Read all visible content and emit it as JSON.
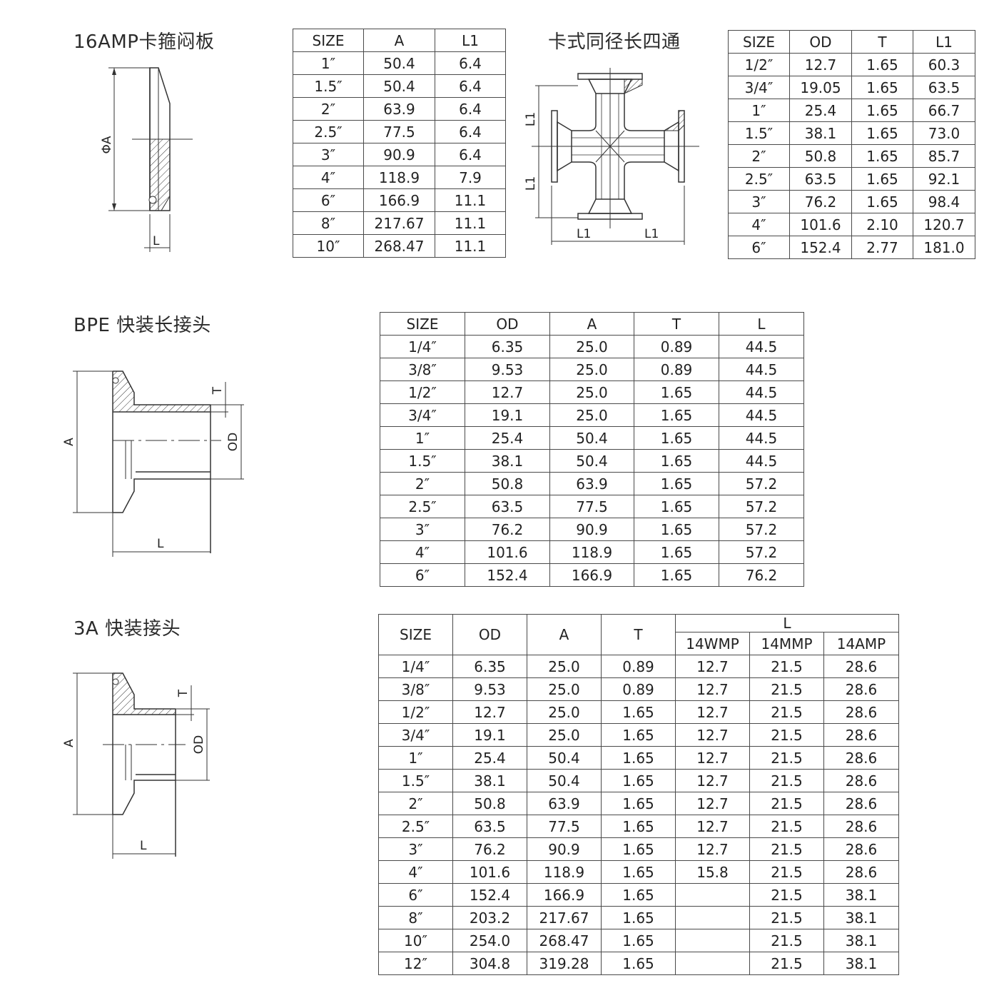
{
  "sections": {
    "blind_plate": {
      "title": "16AMP卡箍闷板",
      "labels": {
        "dia": "ΦA",
        "len": "L"
      },
      "headers": [
        "SIZE",
        "A",
        "L1"
      ],
      "rows": [
        [
          "1″",
          "50.4",
          "6.4"
        ],
        [
          "1.5″",
          "50.4",
          "6.4"
        ],
        [
          "2″",
          "63.9",
          "6.4"
        ],
        [
          "2.5″",
          "77.5",
          "6.4"
        ],
        [
          "3″",
          "90.9",
          "6.4"
        ],
        [
          "4″",
          "118.9",
          "7.9"
        ],
        [
          "6″",
          "166.9",
          "11.1"
        ],
        [
          "8″",
          "217.67",
          "11.1"
        ],
        [
          "10″",
          "268.47",
          "11.1"
        ]
      ]
    },
    "cross": {
      "title": "卡式同径长四通",
      "labels": {
        "l1": "L1"
      },
      "headers": [
        "SIZE",
        "OD",
        "T",
        "L1"
      ],
      "rows": [
        [
          "1/2″",
          "12.7",
          "1.65",
          "60.3"
        ],
        [
          "3/4″",
          "19.05",
          "1.65",
          "63.5"
        ],
        [
          "1″",
          "25.4",
          "1.65",
          "66.7"
        ],
        [
          "1.5″",
          "38.1",
          "1.65",
          "73.0"
        ],
        [
          "2″",
          "50.8",
          "1.65",
          "85.7"
        ],
        [
          "2.5″",
          "63.5",
          "1.65",
          "92.1"
        ],
        [
          "3″",
          "76.2",
          "1.65",
          "98.4"
        ],
        [
          "4″",
          "101.6",
          "2.10",
          "120.7"
        ],
        [
          "6″",
          "152.4",
          "2.77",
          "181.0"
        ]
      ]
    },
    "bpe": {
      "title": "BPE 快装长接头",
      "labels": {
        "a": "A",
        "t": "T",
        "od": "OD",
        "l": "L"
      },
      "headers": [
        "SIZE",
        "OD",
        "A",
        "T",
        "L"
      ],
      "rows": [
        [
          "1/4″",
          "6.35",
          "25.0",
          "0.89",
          "44.5"
        ],
        [
          "3/8″",
          "9.53",
          "25.0",
          "0.89",
          "44.5"
        ],
        [
          "1/2″",
          "12.7",
          "25.0",
          "1.65",
          "44.5"
        ],
        [
          "3/4″",
          "19.1",
          "25.0",
          "1.65",
          "44.5"
        ],
        [
          "1″",
          "25.4",
          "50.4",
          "1.65",
          "44.5"
        ],
        [
          "1.5″",
          "38.1",
          "50.4",
          "1.65",
          "44.5"
        ],
        [
          "2″",
          "50.8",
          "63.9",
          "1.65",
          "57.2"
        ],
        [
          "2.5″",
          "63.5",
          "77.5",
          "1.65",
          "57.2"
        ],
        [
          "3″",
          "76.2",
          "90.9",
          "1.65",
          "57.2"
        ],
        [
          "4″",
          "101.6",
          "118.9",
          "1.65",
          "57.2"
        ],
        [
          "6″",
          "152.4",
          "166.9",
          "1.65",
          "76.2"
        ]
      ]
    },
    "ferrule_3a": {
      "title": "3A 快装接头",
      "labels": {
        "a": "A",
        "t": "T",
        "od": "OD",
        "l": "L"
      },
      "headers": [
        "SIZE",
        "OD",
        "A",
        "T"
      ],
      "group_header": "L",
      "sub_headers": [
        "14WMP",
        "14MMP",
        "14AMP"
      ],
      "rows": [
        [
          "1/4″",
          "6.35",
          "25.0",
          "0.89",
          "12.7",
          "21.5",
          "28.6"
        ],
        [
          "3/8″",
          "9.53",
          "25.0",
          "0.89",
          "12.7",
          "21.5",
          "28.6"
        ],
        [
          "1/2″",
          "12.7",
          "25.0",
          "1.65",
          "12.7",
          "21.5",
          "28.6"
        ],
        [
          "3/4″",
          "19.1",
          "25.0",
          "1.65",
          "12.7",
          "21.5",
          "28.6"
        ],
        [
          "1″",
          "25.4",
          "50.4",
          "1.65",
          "12.7",
          "21.5",
          "28.6"
        ],
        [
          "1.5″",
          "38.1",
          "50.4",
          "1.65",
          "12.7",
          "21.5",
          "28.6"
        ],
        [
          "2″",
          "50.8",
          "63.9",
          "1.65",
          "12.7",
          "21.5",
          "28.6"
        ],
        [
          "2.5″",
          "63.5",
          "77.5",
          "1.65",
          "12.7",
          "21.5",
          "28.6"
        ],
        [
          "3″",
          "76.2",
          "90.9",
          "1.65",
          "12.7",
          "21.5",
          "28.6"
        ],
        [
          "4″",
          "101.6",
          "118.9",
          "1.65",
          "15.8",
          "21.5",
          "28.6"
        ],
        [
          "6″",
          "152.4",
          "166.9",
          "1.65",
          "",
          "21.5",
          "38.1"
        ],
        [
          "8″",
          "203.2",
          "217.67",
          "1.65",
          "",
          "21.5",
          "38.1"
        ],
        [
          "10″",
          "254.0",
          "268.47",
          "1.65",
          "",
          "21.5",
          "38.1"
        ],
        [
          "12″",
          "304.8",
          "319.28",
          "1.65",
          "",
          "21.5",
          "38.1"
        ]
      ]
    }
  }
}
